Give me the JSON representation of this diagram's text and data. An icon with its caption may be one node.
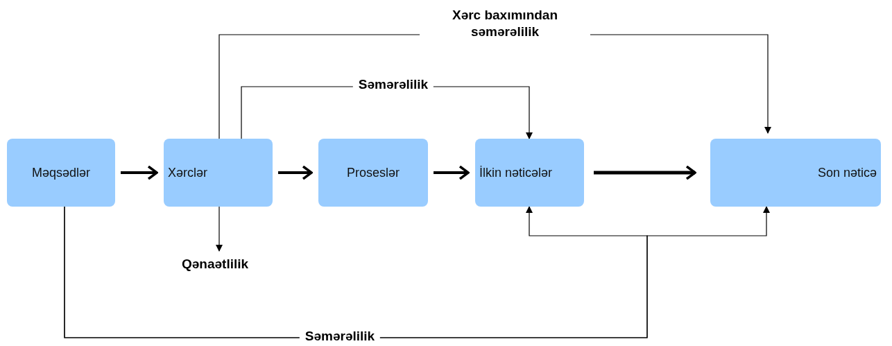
{
  "diagram": {
    "nodes": [
      {
        "text": [
          "Məqsədlər"
        ]
      },
      {
        "text": [
          "Xərclər"
        ]
      },
      {
        "text": [
          "Proseslər"
        ]
      },
      {
        "text": [
          "İlkin nəticələr"
        ]
      },
      {
        "text": [
          "Son nəticə"
        ]
      },
      {
        "text": [
          "Qənaətlilik"
        ]
      }
    ],
    "edges": [
      {
        "from": 0,
        "to": 1,
        "arrow": "to",
        "style": "thick"
      },
      {
        "from": 1,
        "to": 2,
        "arrow": "to",
        "style": "thick"
      },
      {
        "from": 2,
        "to": 3,
        "arrow": "to",
        "style": "thick"
      },
      {
        "from": 3,
        "to": 4,
        "arrow": "to",
        "style": "thick"
      },
      {
        "from": 1,
        "to": 4,
        "arrow": "to",
        "label": "Xərc baxımından səmərəlilik"
      },
      {
        "from": 1,
        "to": 3,
        "arrow": "to",
        "label": "Səmərəlilik"
      },
      {
        "from": 1,
        "to": 5,
        "arrow": "to"
      },
      {
        "from": 0,
        "to": 3,
        "arrow": "to",
        "label": "Səmərəlilik"
      },
      {
        "from": 0,
        "to": 4,
        "arrow": "to"
      }
    ]
  }
}
